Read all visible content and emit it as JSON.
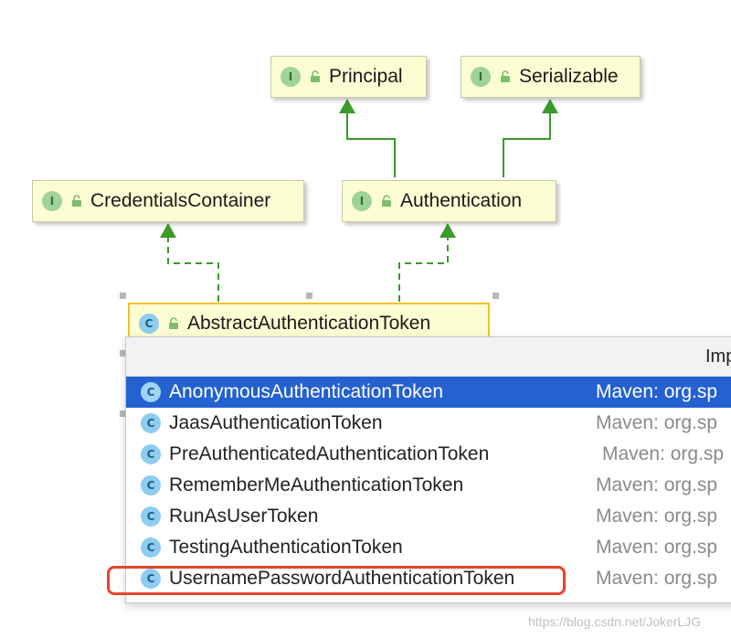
{
  "diagram": {
    "nodes": {
      "principal": {
        "kind": "I",
        "label": "Principal"
      },
      "serializable": {
        "kind": "I",
        "label": "Serializable"
      },
      "credentials_container": {
        "kind": "I",
        "label": "CredentialsContainer"
      },
      "authentication": {
        "kind": "I",
        "label": "Authentication"
      },
      "abstract_token": {
        "kind": "C",
        "label": "AbstractAuthenticationToken"
      }
    },
    "edges": [
      {
        "from": "Authentication",
        "to": "Principal",
        "style": "extends"
      },
      {
        "from": "Authentication",
        "to": "Serializable",
        "style": "extends"
      },
      {
        "from": "AbstractAuthenticationToken",
        "to": "CredentialsContainer",
        "style": "implements"
      },
      {
        "from": "AbstractAuthenticationToken",
        "to": "Authentication",
        "style": "implements"
      }
    ],
    "colors": {
      "arrow": "#3a9a2a",
      "node_bg": "#fdfdd4",
      "selection": "#f2c12e"
    }
  },
  "popup": {
    "title": "Imp",
    "items": [
      {
        "kind": "C",
        "name": "AnonymousAuthenticationToken",
        "location": "Maven: org.sp",
        "selected": true
      },
      {
        "kind": "C",
        "name": "JaasAuthenticationToken",
        "location": "Maven: org.sp",
        "selected": false
      },
      {
        "kind": "C",
        "name": "PreAuthenticatedAuthenticationToken",
        "location": "Maven: org.sp",
        "selected": false
      },
      {
        "kind": "C",
        "name": "RememberMeAuthenticationToken",
        "location": "Maven: org.sp",
        "selected": false
      },
      {
        "kind": "C",
        "name": "RunAsUserToken",
        "location": "Maven: org.sp",
        "selected": false
      },
      {
        "kind": "C",
        "name": "TestingAuthenticationToken",
        "location": "Maven: org.sp",
        "selected": false
      },
      {
        "kind": "C",
        "name": "UsernamePasswordAuthenticationToken",
        "location": "Maven: org.sp",
        "selected": false,
        "highlighted": true
      }
    ],
    "colors": {
      "selected_row": "#2461d1",
      "highlight_outline": "#e8432a"
    }
  },
  "watermark": "https://blog.csdn.net/JokerLJG"
}
